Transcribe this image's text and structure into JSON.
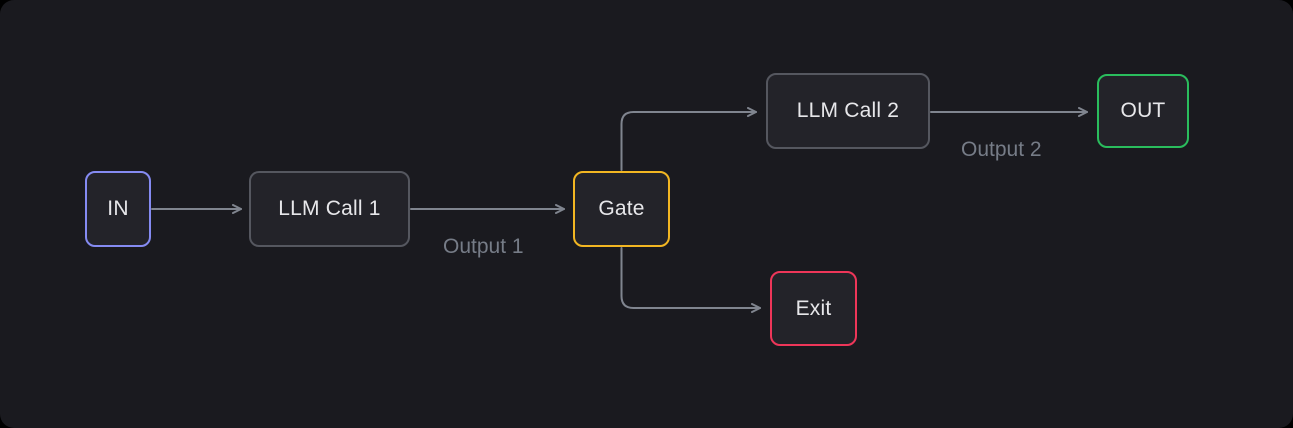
{
  "diagram": {
    "type": "flowchart",
    "theme": "dark",
    "nodes": [
      {
        "id": "in",
        "label": "IN",
        "shape": "rounded-rect",
        "border_color": "#858bf2"
      },
      {
        "id": "llm-call-1",
        "label": "LLM Call 1",
        "shape": "rounded-rect",
        "border_color": "#55575f"
      },
      {
        "id": "gate",
        "label": "Gate",
        "shape": "rounded-rect",
        "border_color": "#f2b622"
      },
      {
        "id": "llm-call-2",
        "label": "LLM Call 2",
        "shape": "rounded-rect",
        "border_color": "#55575f"
      },
      {
        "id": "out",
        "label": "OUT",
        "shape": "rounded-rect",
        "border_color": "#2abd5d"
      },
      {
        "id": "exit",
        "label": "Exit",
        "shape": "rounded-rect",
        "border_color": "#ee3659"
      }
    ],
    "edges": [
      {
        "from": "in",
        "to": "llm-call-1",
        "label": ""
      },
      {
        "from": "llm-call-1",
        "to": "gate",
        "label": "Output 1"
      },
      {
        "from": "gate",
        "to": "llm-call-2",
        "label": ""
      },
      {
        "from": "llm-call-2",
        "to": "out",
        "label": "Output 2"
      },
      {
        "from": "gate",
        "to": "exit",
        "label": ""
      }
    ],
    "colors": {
      "canvas_background": "#1a1a1f",
      "node_fill": "#232329",
      "node_text": "#e7e7ea",
      "edge_stroke": "#80858f",
      "edge_label_text": "#767c87"
    }
  }
}
